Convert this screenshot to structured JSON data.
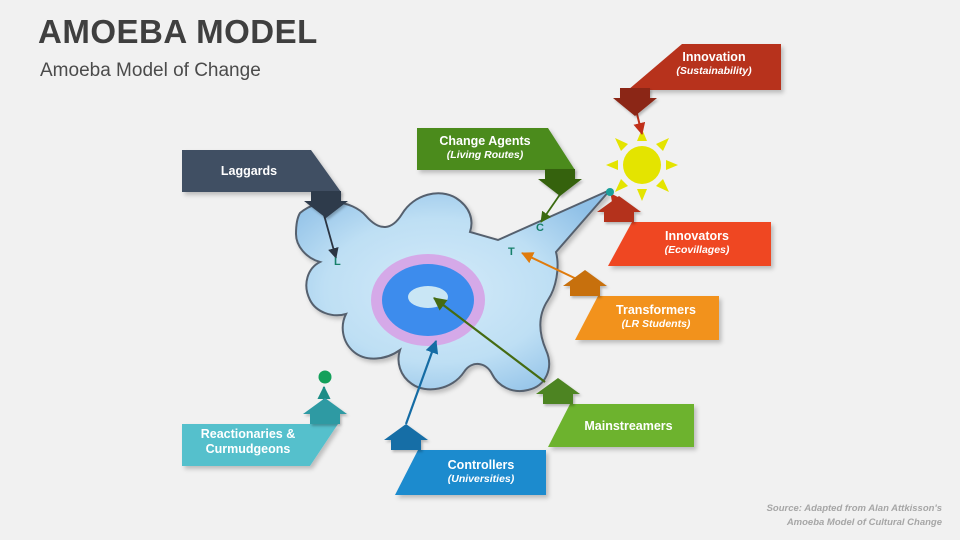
{
  "header": {
    "title": "AMOEBA MODEL",
    "subtitle": "Amoeba Model of Change"
  },
  "source": {
    "line1": "Source: Adapted from Alan Attkisson's",
    "line2": "Amoeba Model of Cultural Change"
  },
  "colors": {
    "background": "#f1f1f1",
    "innovation": "#b7301a",
    "innovation_dark": "#8b2614",
    "innovators": "#ef4623",
    "innovators_dark": "#b4331a",
    "transformers": "#f2921d",
    "transformers_dark": "#c76f10",
    "change_agents": "#4b8b1f",
    "change_agents_dark": "#3a6c16",
    "mainstreamers": "#6db32e",
    "mainstreamers_dark": "#4e8420",
    "controllers": "#1f8bce",
    "controllers_dark": "#166ea6",
    "reactionaries": "#55c0cc",
    "reactionaries_dark": "#2e9aa3",
    "laggards": "#3f4f63",
    "laggards_dark": "#2e3b4b",
    "amoeba_fill": "#b7dcf2",
    "amoeba_stroke": "#55606e",
    "nucleus_outer": "#d5a9e8",
    "nucleus_mid": "#3d8ced",
    "nucleus_inner": "#c9e6f5",
    "sun": "#e4e400",
    "marker": "#17806a",
    "title": "#3f3f3f"
  },
  "banners": [
    {
      "id": "innovation",
      "name": "innovation",
      "main": "Innovation",
      "sub": "(Sustainability)",
      "fill": "#b7301a",
      "arrow_fill": "#8b2614"
    },
    {
      "id": "innovators",
      "name": "innovators",
      "main": "Innovators",
      "sub": "(Ecovillages)",
      "fill": "#ef4623",
      "arrow_fill": "#b4331a"
    },
    {
      "id": "transformers",
      "name": "transformers",
      "main": "Transformers",
      "sub": "(LR Students)",
      "fill": "#f2921d",
      "arrow_fill": "#c76f10"
    },
    {
      "id": "change-agents",
      "name": "change-agents",
      "main": "Change Agents",
      "sub": "(Living Routes)",
      "fill": "#4b8b1f",
      "arrow_fill": "#35620f"
    },
    {
      "id": "mainstreamers",
      "name": "mainstreamers",
      "main": "Mainstreamers",
      "sub": "",
      "fill": "#6db32e",
      "arrow_fill": "#4e8420"
    },
    {
      "id": "controllers",
      "name": "controllers",
      "main": "Controllers",
      "sub": "(Universities)",
      "fill": "#1f8bce",
      "arrow_fill": "#166ea6"
    },
    {
      "id": "reactionaries",
      "name": "reactionaries-and-curmudgeons",
      "main": "Reactionaries &",
      "sub2": "Curmudgeons",
      "fill": "#55c0cc",
      "arrow_fill": "#2e9aa3"
    },
    {
      "id": "laggards",
      "name": "laggards",
      "main": "Laggards",
      "sub": "",
      "fill": "#3f4f63",
      "arrow_fill": "#2e3b4b"
    }
  ],
  "markers": [
    {
      "label": "L",
      "name": "marker-laggards"
    },
    {
      "label": "C",
      "name": "marker-change-agents"
    },
    {
      "label": "T",
      "name": "marker-transformers"
    }
  ],
  "diagram": {
    "amoeba_name": "amoeba-cell-shape",
    "nucleus_name": "amoeba-nucleus",
    "sun_name": "sun-icon",
    "green_dot_name": "reactionaries-contact-dot",
    "teal_dot_name": "change-agents-contact-dot"
  }
}
